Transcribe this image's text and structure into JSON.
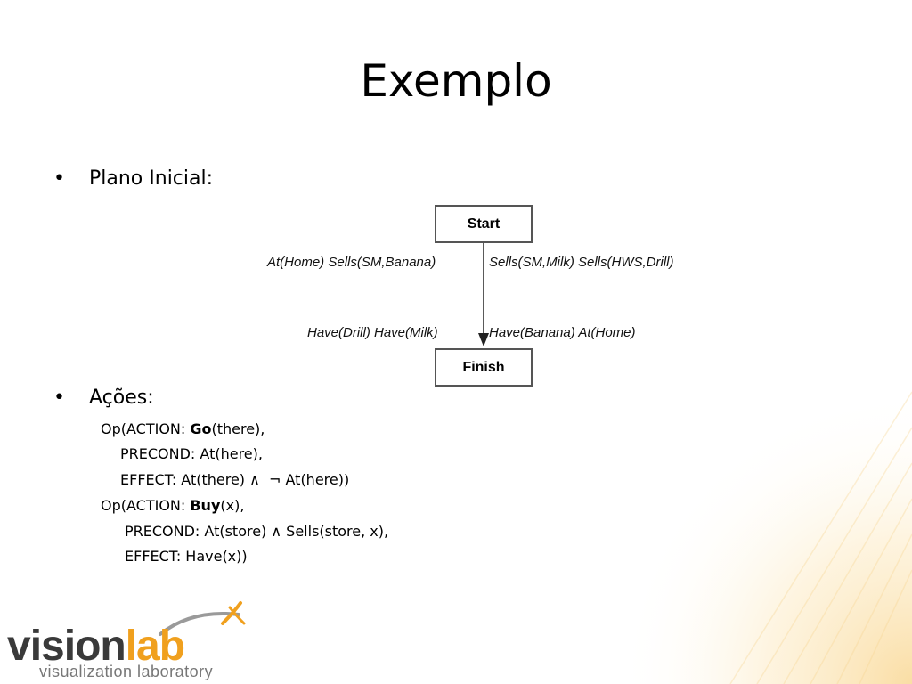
{
  "title": "Exemplo",
  "bullets": {
    "plano": "Plano Inicial:",
    "acoes": "Ações:"
  },
  "diagram": {
    "start_label": "Start",
    "finish_label": "Finish",
    "start_effects_left": "At(Home)  Sells(SM,Banana)",
    "start_effects_right": "Sells(SM,Milk)  Sells(HWS,Drill)",
    "finish_preconds_left": "Have(Drill)  Have(Milk)",
    "finish_preconds_right": "Have(Banana)  At(Home)"
  },
  "actions": {
    "go": {
      "prefix": "Op(ACTION: ",
      "name": "Go",
      "suffix": "(there),",
      "precond": "PRECOND: At(here),",
      "effect": "EFFECT: At(there) ∧  ¬ At(here))"
    },
    "buy": {
      "prefix": "Op(ACTION: ",
      "name": "Buy",
      "suffix": "(x),",
      "precond": "PRECOND: At(store) ∧ Sells(store, x),",
      "effect": "EFFECT: Have(x))"
    }
  },
  "logo": {
    "vision": "vision",
    "lab": "lab",
    "subtitle": "visualization laboratory"
  },
  "colors": {
    "accent": "#f0a01e",
    "logo_dark": "#3a3a3a",
    "node_border": "#555555"
  }
}
